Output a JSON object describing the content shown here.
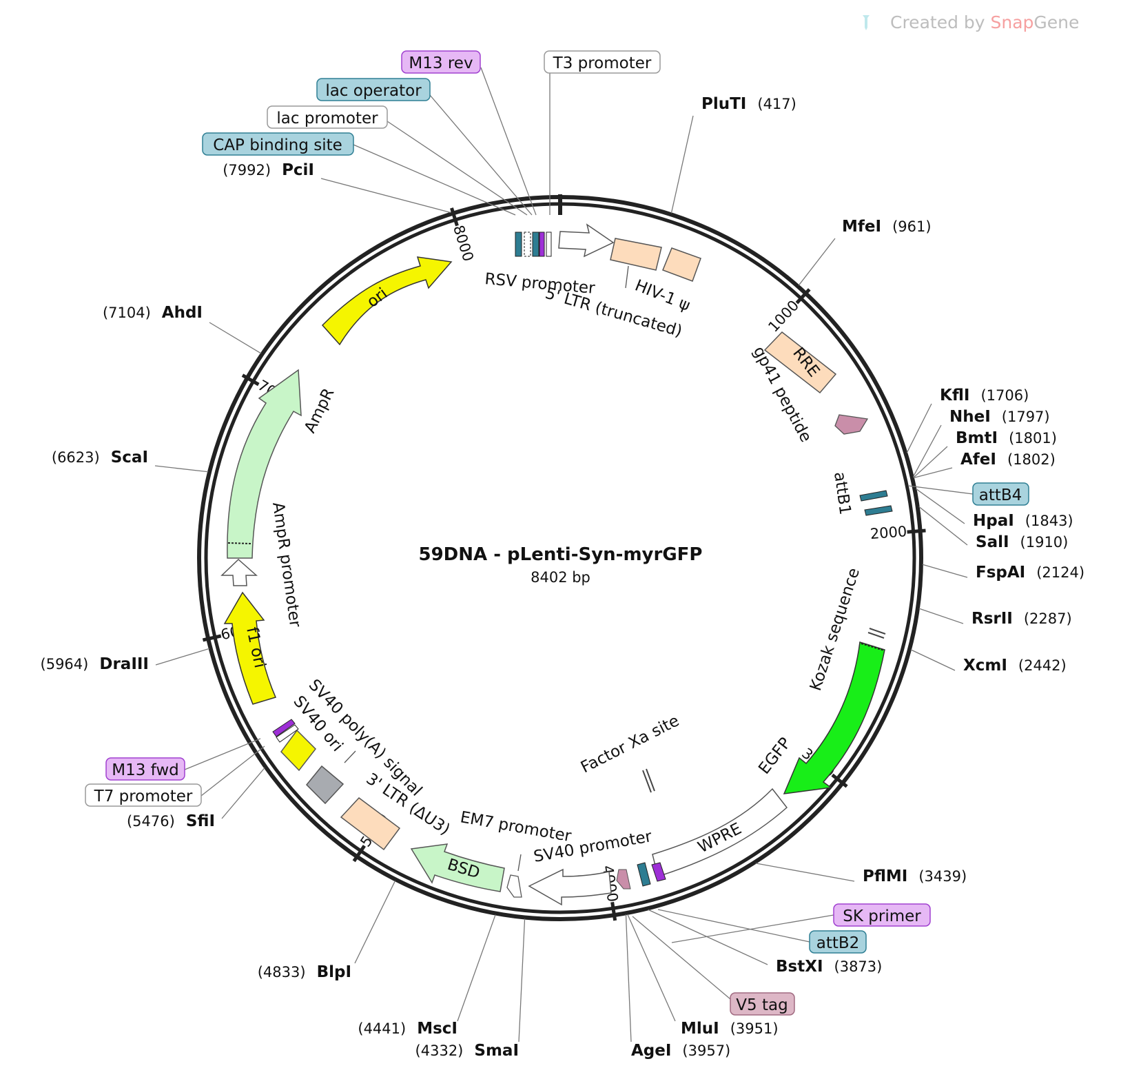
{
  "watermark": {
    "prefix": "Created by ",
    "brand1": "Snap",
    "brand2": "Gene"
  },
  "plasmid": {
    "name": "59DNA - pLenti-Syn-myrGFP",
    "size_label": "8402 bp",
    "length": 8402
  },
  "ticks": [
    {
      "pos": 1000,
      "label": "1000"
    },
    {
      "pos": 2000,
      "label": "2000"
    },
    {
      "pos": 3000,
      "label": "3000"
    },
    {
      "pos": 4000,
      "label": "4000"
    },
    {
      "pos": 5000,
      "label": "5000"
    },
    {
      "pos": 6000,
      "label": "6000"
    },
    {
      "pos": 7000,
      "label": "7000"
    },
    {
      "pos": 8000,
      "label": "8000"
    }
  ],
  "sites": [
    {
      "name": "PluTI",
      "pos_label": "(417)",
      "pos": 417
    },
    {
      "name": "MfeI",
      "pos_label": "(961)",
      "pos": 961
    },
    {
      "name": "KflI",
      "pos_label": "(1706)",
      "pos": 1706
    },
    {
      "name": "NheI",
      "pos_label": "(1797)",
      "pos": 1797
    },
    {
      "name": "BmtI",
      "pos_label": "(1801)",
      "pos": 1801
    },
    {
      "name": "AfeI",
      "pos_label": "(1802)",
      "pos": 1802
    },
    {
      "name": "HpaI",
      "pos_label": "(1843)",
      "pos": 1843
    },
    {
      "name": "SalI",
      "pos_label": "(1910)",
      "pos": 1910
    },
    {
      "name": "FspAI",
      "pos_label": "(2124)",
      "pos": 2124
    },
    {
      "name": "RsrII",
      "pos_label": "(2287)",
      "pos": 2287
    },
    {
      "name": "XcmI",
      "pos_label": "(2442)",
      "pos": 2442
    },
    {
      "name": "PflMI",
      "pos_label": "(3439)",
      "pos": 3439
    },
    {
      "name": "BstXI",
      "pos_label": "(3873)",
      "pos": 3873
    },
    {
      "name": "MluI",
      "pos_label": "(3951)",
      "pos": 3951
    },
    {
      "name": "AgeI",
      "pos_label": "(3957)",
      "pos": 3957
    },
    {
      "name": "SmaI",
      "pos_label": "(4332)",
      "pos": 4332
    },
    {
      "name": "MscI",
      "pos_label": "(4441)",
      "pos": 4441
    },
    {
      "name": "BlpI",
      "pos_label": "(4833)",
      "pos": 4833
    },
    {
      "name": "SfiI",
      "pos_label": "(5476)",
      "pos": 5476
    },
    {
      "name": "DraIII",
      "pos_label": "(5964)",
      "pos": 5964
    },
    {
      "name": "ScaI",
      "pos_label": "(6623)",
      "pos": 6623
    },
    {
      "name": "AhdI",
      "pos_label": "(7104)",
      "pos": 7104
    },
    {
      "name": "PciI",
      "pos_label": "(7992)",
      "pos": 7992
    }
  ],
  "boxed_features": [
    {
      "label": "M13 rev",
      "fill": "#e6b8f5",
      "stroke": "#a040d0"
    },
    {
      "label": "T3 promoter",
      "fill": "#ffffff",
      "stroke": "#999999"
    },
    {
      "label": "lac operator",
      "fill": "#a9d3de",
      "stroke": "#2f7f94"
    },
    {
      "label": "lac promoter",
      "fill": "#ffffff",
      "stroke": "#999999"
    },
    {
      "label": "CAP binding site",
      "fill": "#a9d3de",
      "stroke": "#2f7f94"
    },
    {
      "label": "attB4",
      "fill": "#a9d3de",
      "stroke": "#2f7f94"
    },
    {
      "label": "SK primer",
      "fill": "#e6b8f5",
      "stroke": "#a040d0"
    },
    {
      "label": "attB2",
      "fill": "#a9d3de",
      "stroke": "#2f7f94"
    },
    {
      "label": "V5 tag",
      "fill": "#ddb7c6",
      "stroke": "#a06a80"
    },
    {
      "label": "M13 fwd",
      "fill": "#e6b8f5",
      "stroke": "#a040d0"
    },
    {
      "label": "T7 promoter",
      "fill": "#ffffff",
      "stroke": "#999999"
    }
  ],
  "features": [
    {
      "label": "RSV promoter",
      "color": "#ffffff"
    },
    {
      "label": "5' LTR (truncated)",
      "color": "#fddcbc"
    },
    {
      "label": "HIV-1 ψ",
      "color": "#fddcbc"
    },
    {
      "label": "RRE",
      "color": "#fddcbc"
    },
    {
      "label": "gp41 peptide",
      "color": "#c98ea9"
    },
    {
      "label": "attB1",
      "color": "#2e7d92"
    },
    {
      "label": "Kozak sequence",
      "color": "#ffffff"
    },
    {
      "label": "EGFP",
      "color": "#18ee18"
    },
    {
      "label": "WPRE",
      "color": "#ffffff"
    },
    {
      "label": "Factor Xa site",
      "color": "#ffffff"
    },
    {
      "label": "SV40 promoter",
      "color": "#ffffff"
    },
    {
      "label": "EM7 promoter",
      "color": "#ffffff"
    },
    {
      "label": "BSD",
      "color": "#c8f5c8"
    },
    {
      "label": "3' LTR (ΔU3)",
      "color": "#fddcbc"
    },
    {
      "label": "SV40 poly(A) signal",
      "color": "#a8abb0"
    },
    {
      "label": "SV40 ori",
      "color": "#f5f500"
    },
    {
      "label": "f1 ori",
      "color": "#f5f500"
    },
    {
      "label": "AmpR promoter",
      "color": "#ffffff"
    },
    {
      "label": "AmpR",
      "color": "#c8f5c8"
    },
    {
      "label": "ori",
      "color": "#f5f500"
    }
  ]
}
